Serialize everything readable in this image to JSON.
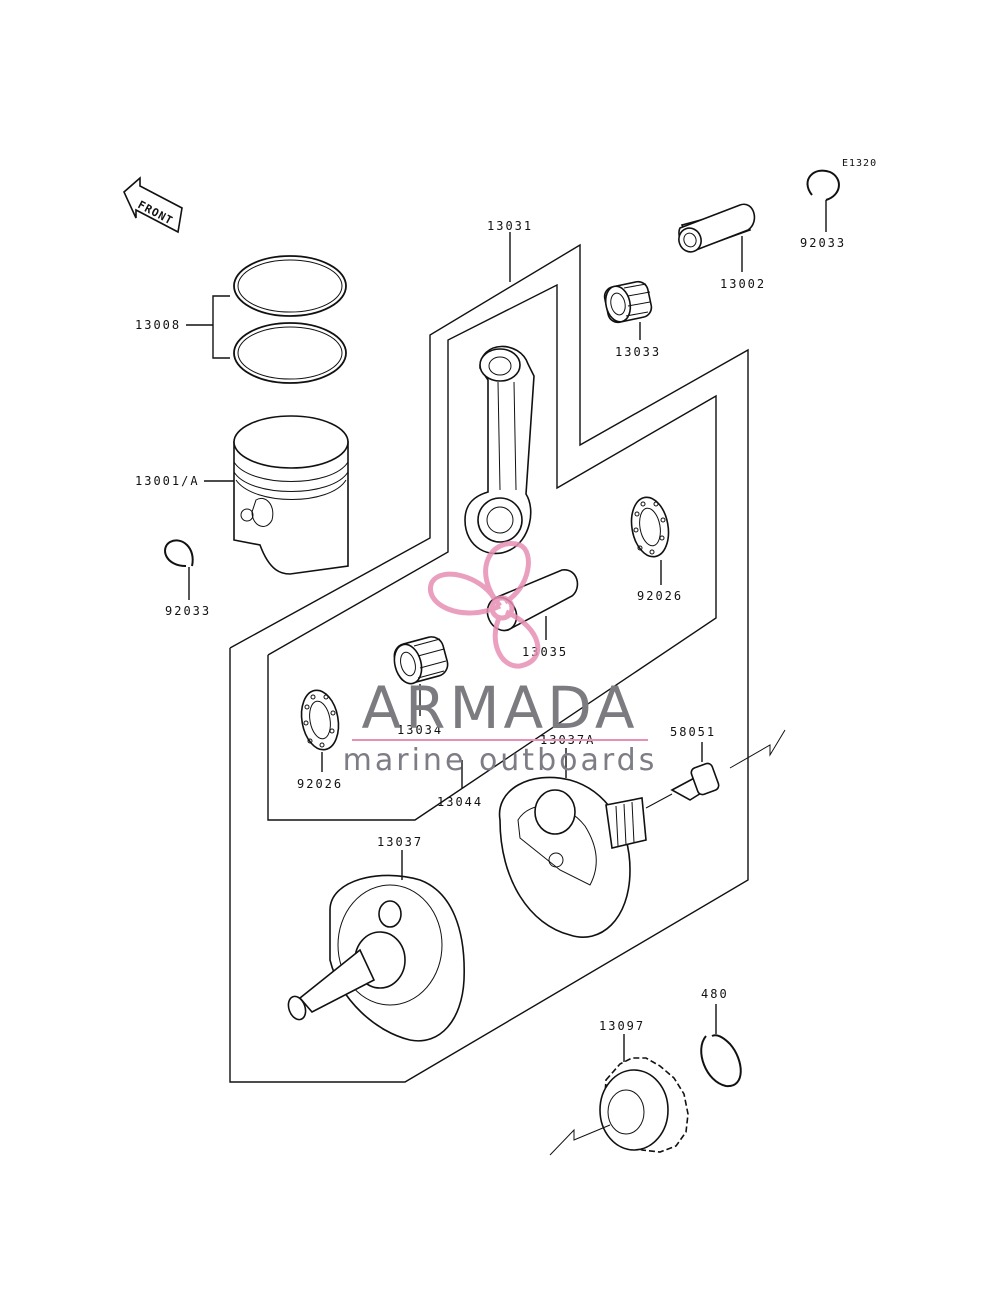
{
  "diagram_code": "E1320",
  "front_label": "FRONT",
  "labels": {
    "l13031": "13031",
    "l13008": "13008",
    "l13001a": "13001/A",
    "l92033_left": "92033",
    "l92033_right": "92033",
    "l13002": "13002",
    "l13033": "13033",
    "l92026_right": "92026",
    "l92026_left": "92026",
    "l13035": "13035",
    "l13034": "13034",
    "l13044": "13044",
    "l13037a": "13037A",
    "l58051": "58051",
    "l13037": "13037",
    "l480": "480",
    "l13097": "13097"
  },
  "watermark": {
    "brand": "ARMADA",
    "tagline": "marine outboards",
    "color_brand": "#7b7b80",
    "color_tagline": "#7d7d85",
    "color_logo": "#e78fb5"
  }
}
